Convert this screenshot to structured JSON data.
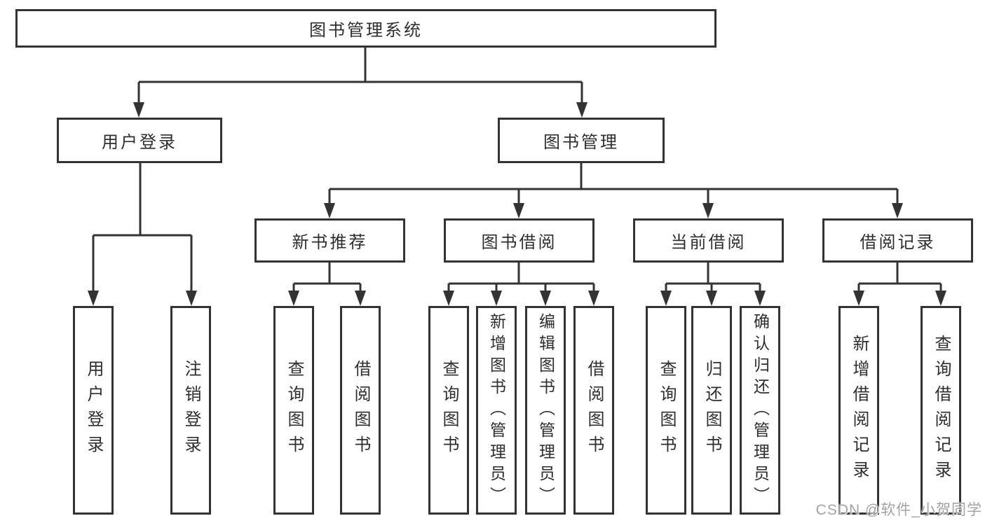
{
  "diagram": {
    "root": {
      "label": "图书管理系统"
    },
    "branches": {
      "user_login": {
        "label": "用户登录",
        "children": [
          {
            "label": "用户登录"
          },
          {
            "label": "注销登录"
          }
        ]
      },
      "book_mgmt": {
        "label": "图书管理",
        "groups": [
          {
            "label": "新书推荐",
            "children": [
              {
                "label": "查询图书"
              },
              {
                "label": "借阅图书"
              }
            ]
          },
          {
            "label": "图书借阅",
            "children": [
              {
                "label": "查询图书"
              },
              {
                "label": "新增图书（管理员）"
              },
              {
                "label": "编辑图书（管理员）"
              },
              {
                "label": "借阅图书"
              }
            ]
          },
          {
            "label": "当前借阅",
            "children": [
              {
                "label": "查询图书"
              },
              {
                "label": "归还图书"
              },
              {
                "label": "确认归还（管理员）"
              }
            ]
          },
          {
            "label": "借阅记录",
            "children": [
              {
                "label": "新增借阅记录"
              },
              {
                "label": "查询借阅记录"
              }
            ]
          }
        ]
      }
    },
    "watermark": "CSDN @软件_小贺同学",
    "colors": {
      "line": "#333333",
      "text": "#2e2e2e",
      "watermark": "#a2a2a2",
      "background": "#ffffff"
    }
  }
}
